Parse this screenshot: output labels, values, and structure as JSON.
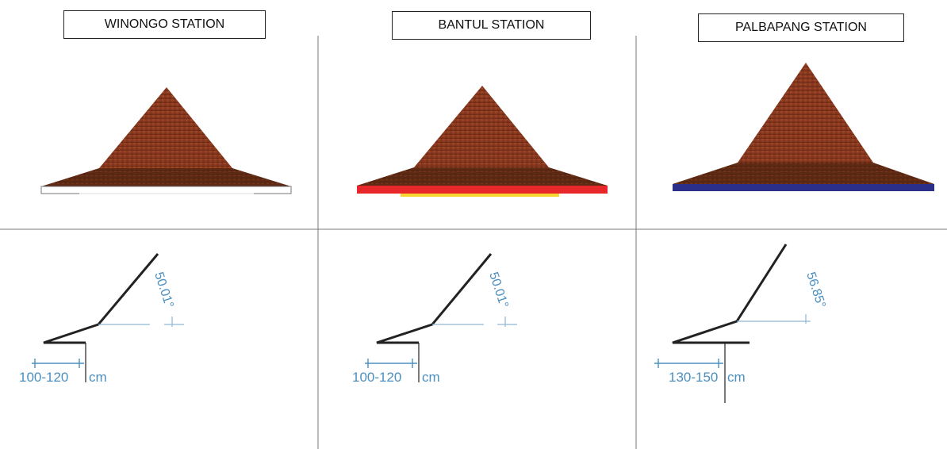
{
  "stations": [
    {
      "name": "WINONGO STATION",
      "angle": "50.01°",
      "dimension": "100-120",
      "unit": "cm",
      "band_color": "#ffffff",
      "under_color": "#f4f4f4"
    },
    {
      "name": "BANTUL STATION",
      "angle": "50.01°",
      "dimension": "100-120",
      "unit": "cm",
      "band_color": "#e8272a",
      "under_color": "#f7d531"
    },
    {
      "name": "PALBAPANG STATION",
      "angle": "56.85°",
      "dimension": "130-150",
      "unit": "cm",
      "band_color": "#2b2f8a",
      "under_color": "#2b2f8a"
    }
  ],
  "colors": {
    "roof_tile": "#8b3a20",
    "roof_dark": "#5e2a14",
    "grid_line": "#777777",
    "dimension_blue": "#4a8fbf"
  }
}
